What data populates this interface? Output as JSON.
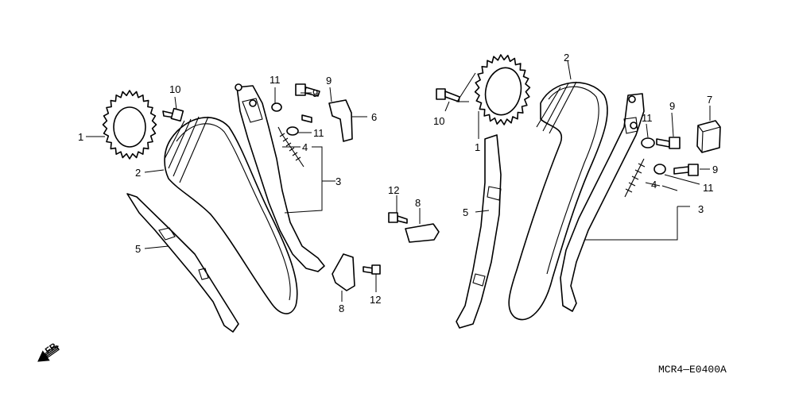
{
  "diagram": {
    "code": "MCR4—E0400A",
    "direction_label": "FR.",
    "callouts": {
      "l1": "1",
      "l2": "2",
      "l3": "3",
      "l4": "4",
      "l5": "5",
      "l6": "6",
      "l8a": "8",
      "l8b": "8",
      "l9": "9",
      "l10": "10",
      "l11a": "11",
      "l11b": "11",
      "l12a": "12",
      "l12b": "12",
      "r1": "1",
      "r2": "2",
      "r3": "3",
      "r4": "4",
      "r5": "5",
      "r7": "7",
      "r9a": "9",
      "r9b": "9",
      "r10": "10",
      "r11a": "11",
      "r11b": "11"
    }
  },
  "colors": {
    "line": "#000000",
    "background": "#ffffff"
  },
  "icons": {
    "direction": "arrow-front-icon"
  }
}
